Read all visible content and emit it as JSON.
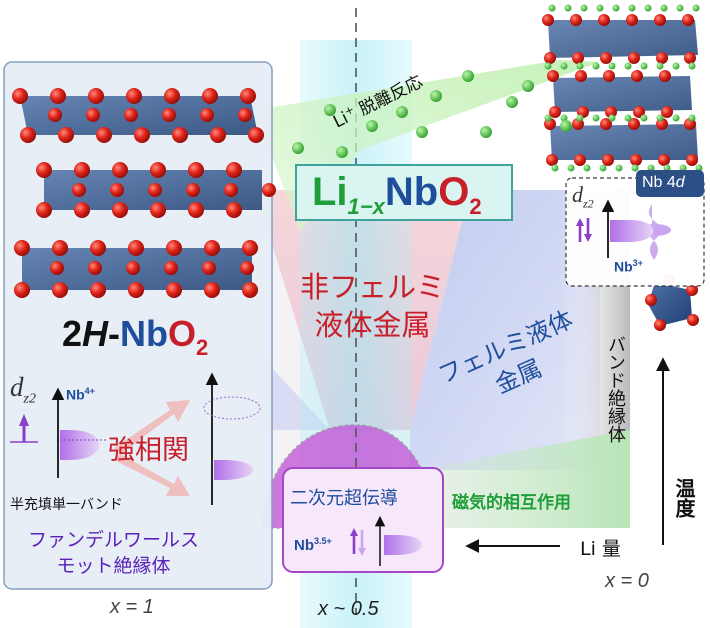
{
  "compound": {
    "main": "Li",
    "sub": "1−x",
    "nb": "Nb",
    "o": "O",
    "o_sub": "2"
  },
  "left_compound": {
    "prefix": "2",
    "h": "H",
    "dash": "-",
    "nb": "Nb",
    "o": "O",
    "o_sub": "2"
  },
  "regions": {
    "non_fermi": [
      "非フェルミ",
      "液体金属"
    ],
    "fermi": [
      "フェルミ液体",
      "金属"
    ],
    "band_insulator": "バンド絶縁体",
    "superconductor": "二次元超伝導",
    "magnetic": "磁気的相互作用",
    "strong_corr": "強相関",
    "half_filled": "半充填単一バンド",
    "mott": [
      "ファンデルワールス",
      "モット絶縁体"
    ]
  },
  "li_deintercalation": {
    "ion": "Li",
    "sup": "+",
    "text": " 脱離反応"
  },
  "orbitals": {
    "d": "d",
    "d_sub": "z2",
    "nb4": "Nb",
    "nb4_sup": "4+",
    "nb3": "Nb",
    "nb3_sup": "3+",
    "nb35": "Nb",
    "nb35_sup": "3.5+",
    "nb4d_label": "Nb 4",
    "nb4d_italic": "d"
  },
  "axes": {
    "li_amount": "Li 量",
    "temperature": "温度",
    "x1": "x = 1",
    "x05": "x ~ 0.5",
    "x0": "x = 0"
  },
  "colors": {
    "blue_text": "#1f4e9c",
    "red_text": "#c8202a",
    "green_text": "#1f9e3a",
    "purple": "#8a3fc8",
    "nb_blue": "#2c4f86",
    "o_red": "#d41c12"
  }
}
